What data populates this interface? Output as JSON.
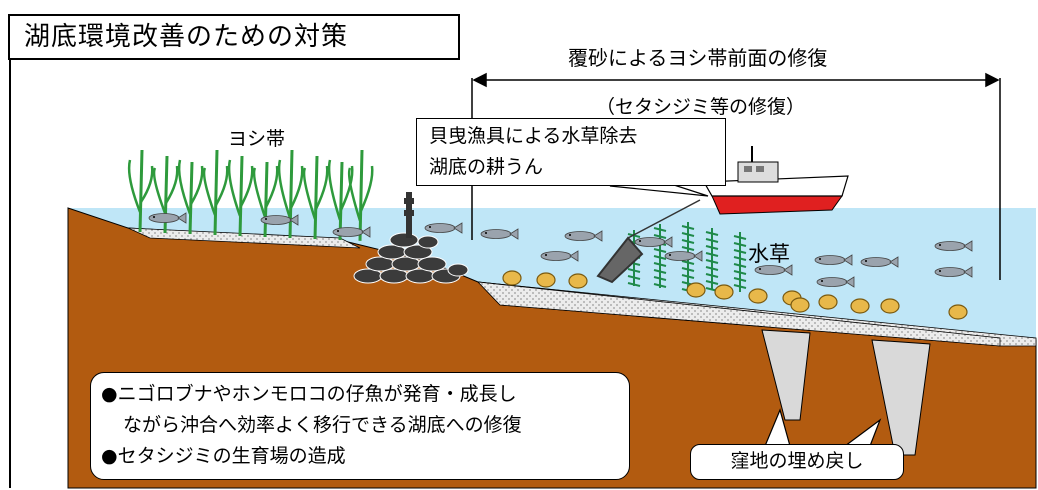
{
  "title": "湖底環境改善のための対策",
  "span_label": "覆砂によるヨシ帯前面の修復",
  "span_sublabel": "（セタシジミ等の修復）",
  "reed_label": "ヨシ帯",
  "boat_callout": {
    "line1": "貝曳漁具による水草除去",
    "line2": "湖底の耕うん"
  },
  "waterweed_label": "水草",
  "bullets": {
    "line1": "●ニゴロブナやホンモロコの仔魚が発育・成長し",
    "line2": "ながら沖合へ効率よく移行できる湖底への修復",
    "line3": "●セタシジミの生育場の造成"
  },
  "pit_callout": "窪地の埋め戻し",
  "colors": {
    "water": "#bfe6f7",
    "soil": "#b25b10",
    "sand": "#e8e8e8",
    "reed": "#2e9a3c",
    "waterweed": "#1f8a4a",
    "clam": "#e8b84a",
    "fish": "#9aa3ad"
  }
}
